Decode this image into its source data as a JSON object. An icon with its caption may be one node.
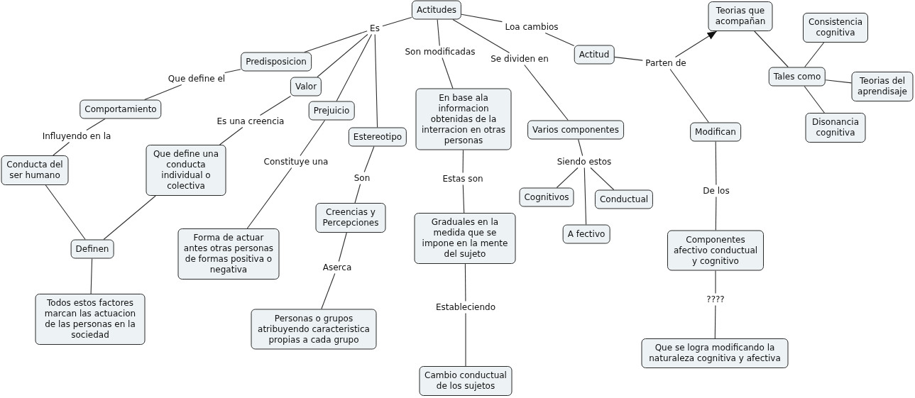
{
  "diagram": {
    "nodes": [
      {
        "text": [
          "Actitudes"
        ]
      },
      {
        "text": [
          "Es"
        ]
      },
      {
        "text": [
          "Loa cambios"
        ]
      },
      {
        "text": [
          "Son modificadas"
        ]
      },
      {
        "text": [
          "Se dividen en"
        ]
      },
      {
        "text": [
          "Predisposicion"
        ]
      },
      {
        "text": [
          "Valor"
        ]
      },
      {
        "text": [
          "Prejuicio"
        ]
      },
      {
        "text": [
          "Estereotipo"
        ]
      },
      {
        "text": [
          "Que define el"
        ]
      },
      {
        "text": [
          "Comportamiento"
        ]
      },
      {
        "text": [
          "Influyendo en la"
        ]
      },
      {
        "text": [
          "Conducta del ser humano"
        ]
      },
      {
        "text": [
          "Es una creencia"
        ]
      },
      {
        "text": [
          "Que define una conducta individual o colectiva"
        ]
      },
      {
        "text": [
          "Definen"
        ]
      },
      {
        "text": [
          "Todos estos factores marcan las actuacion de las personas en la sociedad"
        ]
      },
      {
        "text": [
          "Constituye una"
        ]
      },
      {
        "text": [
          "Forma de actuar antes otras personas de formas positiva o negativa"
        ]
      },
      {
        "text": [
          "Son"
        ]
      },
      {
        "text": [
          "Creencias y Percepciones"
        ]
      },
      {
        "text": [
          "Aserca"
        ]
      },
      {
        "text": [
          "Personas o grupos atribuyendo caracteristica propias a cada grupo"
        ]
      },
      {
        "text": [
          "En base ala informacion obtenidas de la interracion en otras personas"
        ]
      },
      {
        "text": [
          "Estas son"
        ]
      },
      {
        "text": [
          "Graduales en la medida que se impone en la mente del sujeto"
        ]
      },
      {
        "text": [
          "Estableciendo"
        ]
      },
      {
        "text": [
          "Cambio conductual de los sujetos"
        ]
      },
      {
        "text": [
          "Varios componentes"
        ]
      },
      {
        "text": [
          "Siendo estos"
        ]
      },
      {
        "text": [
          "Cognitivos"
        ]
      },
      {
        "text": [
          "Conductual"
        ]
      },
      {
        "text": [
          "A fectivo"
        ]
      },
      {
        "text": [
          "Actitud"
        ]
      },
      {
        "text": [
          "Parten de"
        ]
      },
      {
        "text": [
          "Teorias que acompañan"
        ]
      },
      {
        "text": [
          "Tales como"
        ]
      },
      {
        "text": [
          "Consistencia cognitiva"
        ]
      },
      {
        "text": [
          "Teorias del aprendisaje"
        ]
      },
      {
        "text": [
          "Disonancia cognitiva"
        ]
      },
      {
        "text": [
          "Modifican"
        ]
      },
      {
        "text": [
          "De los"
        ]
      },
      {
        "text": [
          "Componentes afectivo conductual y cognitivo"
        ]
      },
      {
        "text": [
          "????"
        ]
      },
      {
        "text": [
          "Que se logra modificando la naturaleza cognitiva y afectiva"
        ]
      }
    ],
    "edges": [
      {
        "from": 0,
        "to": 1,
        "arrow": "none"
      },
      {
        "from": 1,
        "to": 5,
        "arrow": "none"
      },
      {
        "from": 1,
        "to": 6,
        "arrow": "none"
      },
      {
        "from": 1,
        "to": 7,
        "arrow": "none"
      },
      {
        "from": 1,
        "to": 8,
        "arrow": "none"
      },
      {
        "from": 0,
        "to": 2,
        "arrow": "none"
      },
      {
        "from": 2,
        "to": 33,
        "arrow": "none"
      },
      {
        "from": 0,
        "to": 3,
        "arrow": "none"
      },
      {
        "from": 3,
        "to": 23,
        "arrow": "none"
      },
      {
        "from": 0,
        "to": 4,
        "arrow": "none"
      },
      {
        "from": 4,
        "to": 28,
        "arrow": "none"
      },
      {
        "from": 5,
        "to": 9,
        "arrow": "none"
      },
      {
        "from": 9,
        "to": 10,
        "arrow": "none"
      },
      {
        "from": 10,
        "to": 11,
        "arrow": "none"
      },
      {
        "from": 11,
        "to": 12,
        "arrow": "none"
      },
      {
        "from": 6,
        "to": 13,
        "arrow": "none"
      },
      {
        "from": 13,
        "to": 14,
        "arrow": "none"
      },
      {
        "from": 12,
        "to": 15,
        "arrow": "none"
      },
      {
        "from": 14,
        "to": 15,
        "arrow": "none"
      },
      {
        "from": 15,
        "to": 16,
        "arrow": "none"
      },
      {
        "from": 7,
        "to": 17,
        "arrow": "none"
      },
      {
        "from": 17,
        "to": 18,
        "arrow": "none"
      },
      {
        "from": 8,
        "to": 19,
        "arrow": "none"
      },
      {
        "from": 19,
        "to": 20,
        "arrow": "none"
      },
      {
        "from": 20,
        "to": 21,
        "arrow": "none"
      },
      {
        "from": 21,
        "to": 22,
        "arrow": "none"
      },
      {
        "from": 23,
        "to": 24,
        "arrow": "none"
      },
      {
        "from": 24,
        "to": 25,
        "arrow": "none"
      },
      {
        "from": 25,
        "to": 26,
        "arrow": "none"
      },
      {
        "from": 26,
        "to": 27,
        "arrow": "none"
      },
      {
        "from": 28,
        "to": 29,
        "arrow": "none"
      },
      {
        "from": 29,
        "to": 30,
        "arrow": "none"
      },
      {
        "from": 29,
        "to": 32,
        "arrow": "none"
      },
      {
        "from": 29,
        "to": 31,
        "arrow": "none"
      },
      {
        "from": 33,
        "to": 34,
        "arrow": "none"
      },
      {
        "from": 34,
        "to": 35,
        "arrow": "to"
      },
      {
        "from": 34,
        "to": 40,
        "arrow": "none"
      },
      {
        "from": 35,
        "to": 36,
        "arrow": "none"
      },
      {
        "from": 36,
        "to": 37,
        "arrow": "none"
      },
      {
        "from": 36,
        "to": 38,
        "arrow": "none"
      },
      {
        "from": 36,
        "to": 39,
        "arrow": "none"
      },
      {
        "from": 40,
        "to": 41,
        "arrow": "none"
      },
      {
        "from": 41,
        "to": 42,
        "arrow": "none"
      },
      {
        "from": 42,
        "to": 43,
        "arrow": "none"
      },
      {
        "from": 43,
        "to": 44,
        "arrow": "none"
      }
    ]
  }
}
